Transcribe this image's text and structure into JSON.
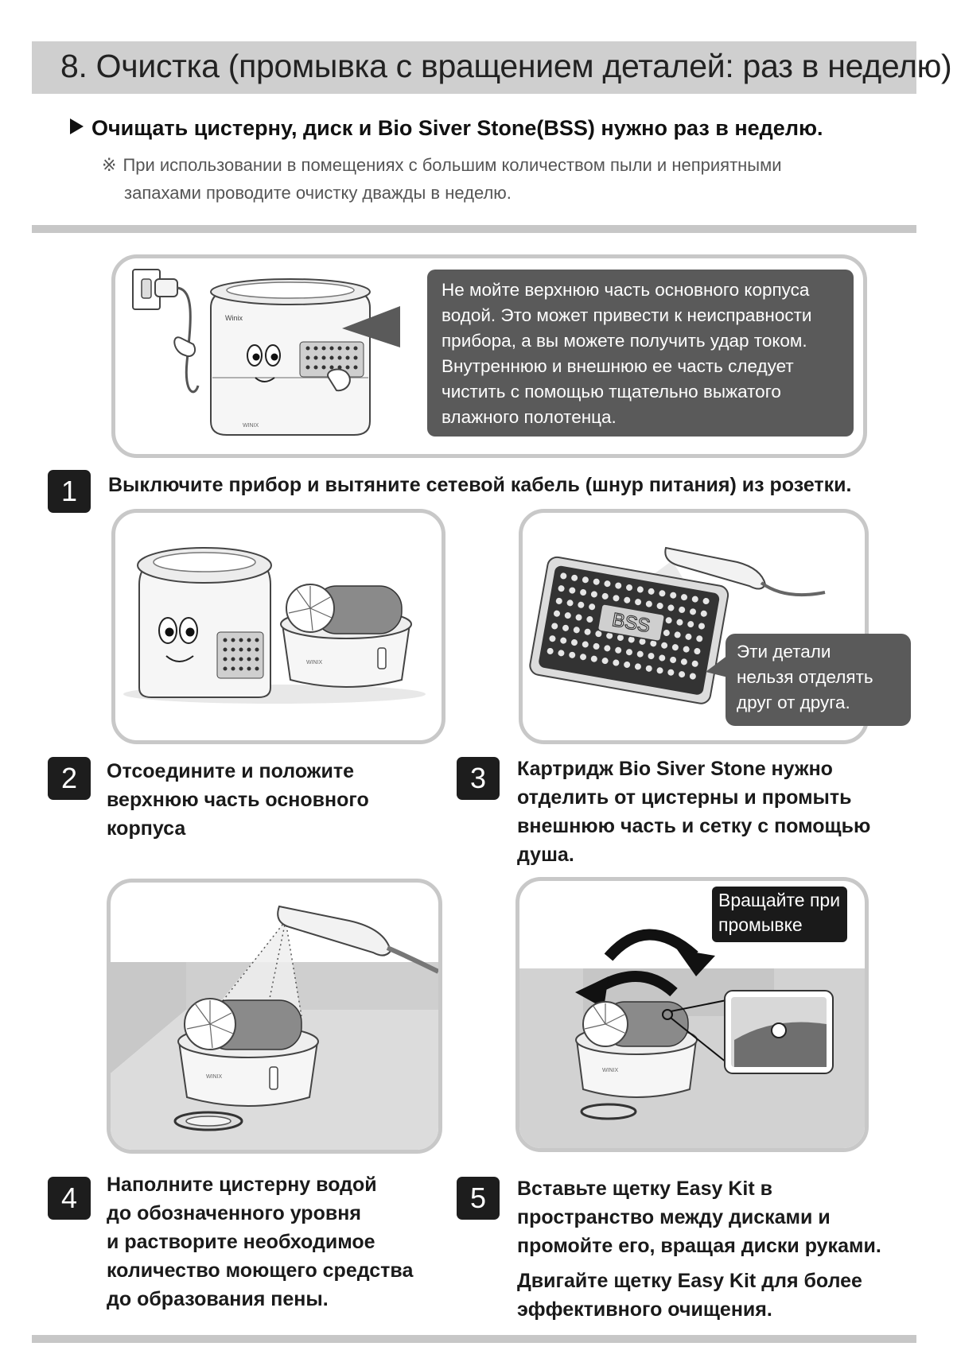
{
  "header": {
    "title": "8. Очистка (промывка с вращением деталей: раз в неделю)"
  },
  "intro": {
    "bullet": "Очищать цистерну, диск и Bio Siver Stone(BSS) нужно раз в неделю.",
    "note_mark": "※",
    "note_line1": "При использовании в помещениях с большим количеством пыли и неприятными",
    "note_line2": "запахами проводите очистку дважды в неделю."
  },
  "warning": {
    "lines": [
      "Не мойте верхнюю часть основного корпуса",
      "водой. Это может привести к неисправности",
      "прибора, а вы можете получить удар током.",
      "Внутреннюю и внешнюю ее часть следует",
      "чистить с помощью тщательно выжатого",
      "влажного полотенца."
    ],
    "device_brand": "Winix"
  },
  "steps": [
    {
      "number": "1",
      "lines": [
        "Выключите прибор и вытяните сетевой кабель (шнур питания) из розетки."
      ]
    },
    {
      "number": "2",
      "lines": [
        "Отсоедините и положите",
        "верхнюю часть основного",
        "корпуса"
      ]
    },
    {
      "number": "3",
      "lines": [
        "Картридж Bio Siver Stone нужно",
        "отделить от цистерны и промыть",
        "внешнюю часть и сетку с помощью",
        "душа."
      ]
    },
    {
      "number": "4",
      "lines": [
        "Наполните цистерну водой",
        "до обозначенного уровня",
        "и растворите необходимое",
        "количество моющего средства",
        "до образования пены."
      ]
    },
    {
      "number": "5",
      "lines": [
        "Вставьте щетку Easy Kit в",
        "пространство между дисками и",
        "промойте его, вращая диски руками.",
        "Двигайте щетку Easy Kit для более",
        "эффективного очищения."
      ]
    }
  ],
  "bss_panel": {
    "label": "BSS",
    "callout_lines": [
      "Эти детали",
      "нельзя отделять",
      "друг от друга."
    ]
  },
  "rotate_panel": {
    "label_lines": [
      "Вращайте при",
      "промывке"
    ]
  },
  "colors": {
    "title_bg": "#cfcfcf",
    "rule": "#c7c7c7",
    "panel_border": "#c8c8c8",
    "callout_bg": "#5a5a5a",
    "step_badge": "#1d1d1d"
  }
}
